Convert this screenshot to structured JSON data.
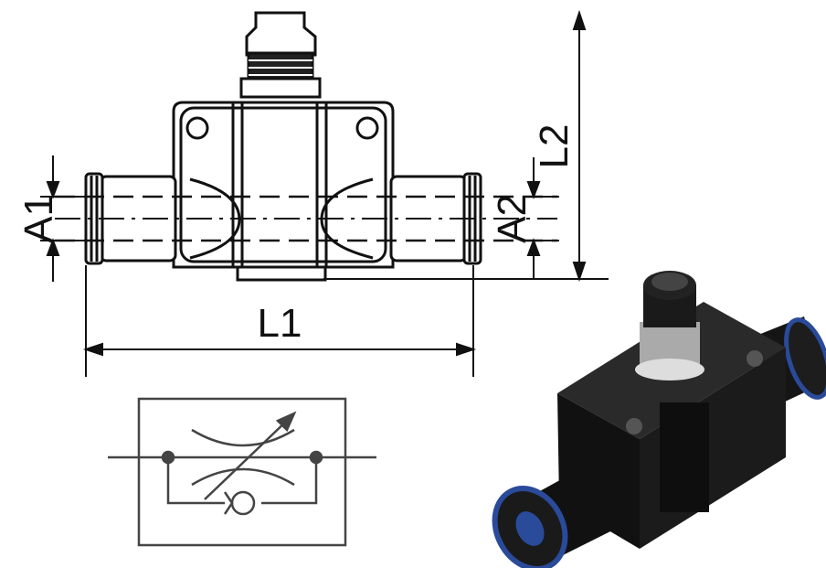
{
  "drawing": {
    "dimensions": {
      "a1": "A1",
      "a2": "A2",
      "l1": "L1",
      "l2": "L2"
    }
  },
  "colors": {
    "line": "#111111",
    "symbol": "#444444",
    "body": "#1a1a1a",
    "port_ring": "#2a4a9a"
  },
  "icons": [
    "flow-control-valve-symbol",
    "fitting-3d-render"
  ]
}
